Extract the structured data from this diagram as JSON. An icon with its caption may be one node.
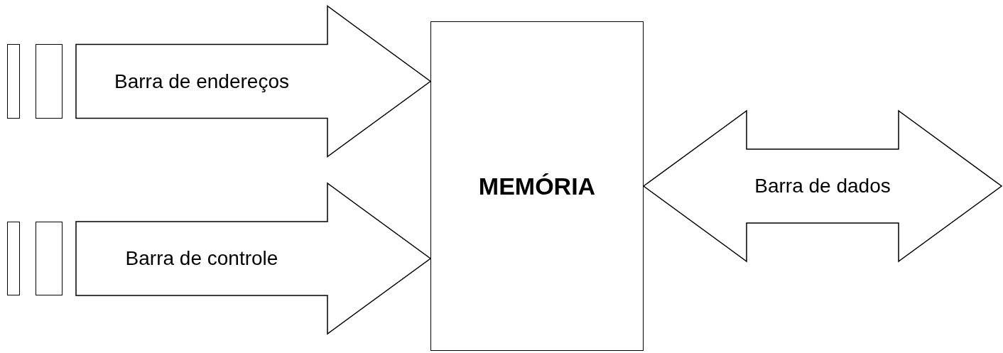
{
  "diagram": {
    "nodes": [
      {
        "text": [],
        "shape": "bar"
      },
      {
        "text": [],
        "shape": "bar"
      },
      {
        "text": [],
        "shape": "bar"
      },
      {
        "text": [],
        "shape": "bar"
      },
      {
        "text": [
          "MEMÓRIA"
        ]
      }
    ],
    "edges": [
      {
        "from": 1,
        "to": 4,
        "arrow": "to",
        "label": "Barra de endereços",
        "style": "thick"
      },
      {
        "from": 3,
        "to": 4,
        "arrow": "to",
        "label": "Barra de controle",
        "style": "thick"
      },
      {
        "from": 4,
        "to": null,
        "arrow": "both",
        "label": "Barra de dados",
        "style": "thick"
      }
    ]
  }
}
